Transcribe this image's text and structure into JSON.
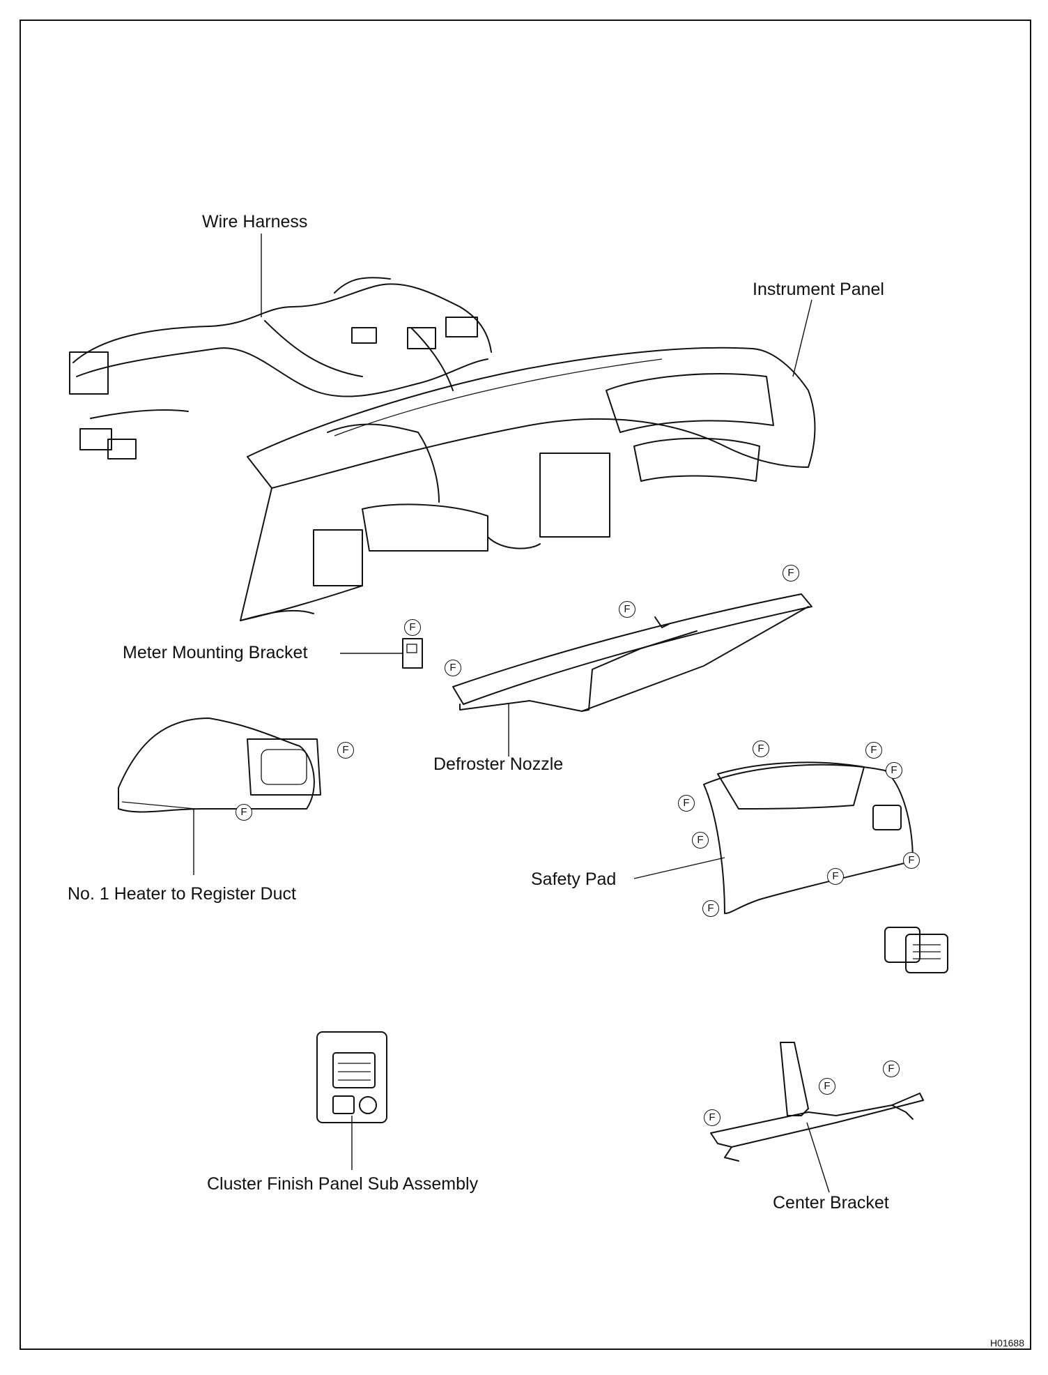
{
  "labels": {
    "wire_harness": "Wire Harness",
    "instrument_panel": "Instrument Panel",
    "meter_mounting_bracket": "Meter Mounting Bracket",
    "defroster_nozzle": "Defroster Nozzle",
    "heater_duct": "No. 1 Heater to Register Duct",
    "safety_pad": "Safety Pad",
    "cluster_finish_panel": "Cluster Finish Panel Sub Assembly",
    "center_bracket": "Center Bracket"
  },
  "fastener_mark": "F",
  "figure_code": "H01688"
}
